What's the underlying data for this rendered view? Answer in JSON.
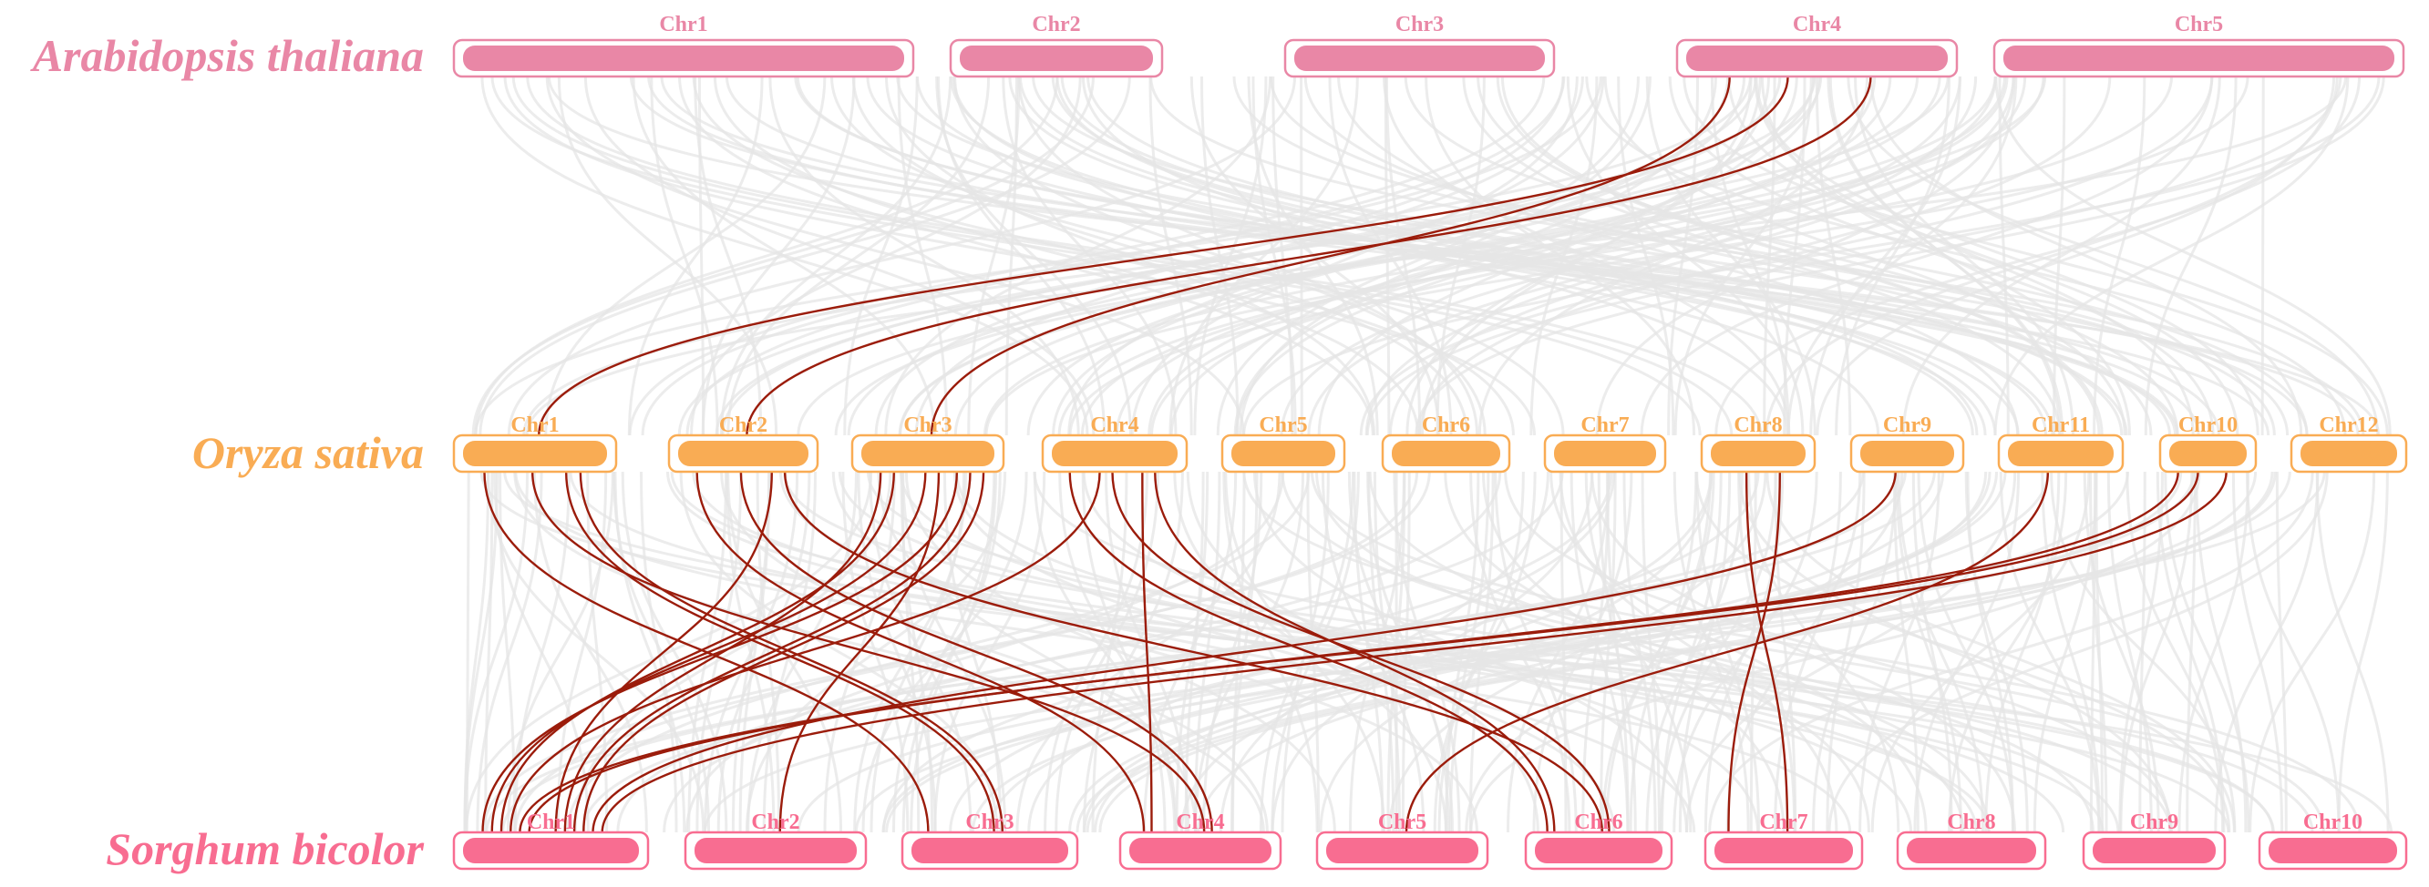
{
  "colors": {
    "arabidopsis": "#e987a6",
    "oryza": "#f9ac54",
    "sorghum": "#f86d91",
    "background_links": "#e6e6e6",
    "highlight_links": "#9b1c0b"
  },
  "tracks": [
    {
      "id": "arabidopsis",
      "species": "Arabidopsis thaliana",
      "chromosomes": [
        "Chr1",
        "Chr2",
        "Chr3",
        "Chr4",
        "Chr5"
      ]
    },
    {
      "id": "oryza",
      "species": "Oryza sativa",
      "chromosomes": [
        "Chr1",
        "Chr2",
        "Chr3",
        "Chr4",
        "Chr5",
        "Chr6",
        "Chr7",
        "Chr8",
        "Chr9",
        "Chr11",
        "Chr10",
        "Chr12"
      ]
    },
    {
      "id": "sorghum",
      "species": "Sorghum bicolor",
      "chromosomes": [
        "Chr1",
        "Chr2",
        "Chr3",
        "Chr4",
        "Chr5",
        "Chr6",
        "Chr7",
        "Chr8",
        "Chr9",
        "Chr10"
      ]
    }
  ],
  "highlighted_links": [
    {
      "from": [
        "arabidopsis",
        "Chr4"
      ],
      "to": [
        "oryza",
        "Chr1"
      ]
    },
    {
      "from": [
        "arabidopsis",
        "Chr4"
      ],
      "to": [
        "oryza",
        "Chr2"
      ]
    },
    {
      "from": [
        "arabidopsis",
        "Chr4"
      ],
      "to": [
        "oryza",
        "Chr3"
      ]
    },
    {
      "from": [
        "oryza",
        "Chr1"
      ],
      "to": [
        "sorghum",
        "Chr3"
      ]
    },
    {
      "from": [
        "oryza",
        "Chr1"
      ],
      "to": [
        "sorghum",
        "Chr3"
      ]
    },
    {
      "from": [
        "oryza",
        "Chr1"
      ],
      "to": [
        "sorghum",
        "Chr4"
      ]
    },
    {
      "from": [
        "oryza",
        "Chr1"
      ],
      "to": [
        "sorghum",
        "Chr3"
      ]
    },
    {
      "from": [
        "oryza",
        "Chr2"
      ],
      "to": [
        "sorghum",
        "Chr1"
      ]
    },
    {
      "from": [
        "oryza",
        "Chr2"
      ],
      "to": [
        "sorghum",
        "Chr4"
      ]
    },
    {
      "from": [
        "oryza",
        "Chr2"
      ],
      "to": [
        "sorghum",
        "Chr4"
      ]
    },
    {
      "from": [
        "oryza",
        "Chr2"
      ],
      "to": [
        "sorghum",
        "Chr6"
      ]
    },
    {
      "from": [
        "oryza",
        "Chr3"
      ],
      "to": [
        "sorghum",
        "Chr1"
      ]
    },
    {
      "from": [
        "oryza",
        "Chr3"
      ],
      "to": [
        "sorghum",
        "Chr1"
      ]
    },
    {
      "from": [
        "oryza",
        "Chr3"
      ],
      "to": [
        "sorghum",
        "Chr1"
      ]
    },
    {
      "from": [
        "oryza",
        "Chr3"
      ],
      "to": [
        "sorghum",
        "Chr1"
      ]
    },
    {
      "from": [
        "oryza",
        "Chr3"
      ],
      "to": [
        "sorghum",
        "Chr1"
      ]
    },
    {
      "from": [
        "oryza",
        "Chr3"
      ],
      "to": [
        "sorghum",
        "Chr2"
      ]
    },
    {
      "from": [
        "oryza",
        "Chr3"
      ],
      "to": [
        "sorghum",
        "Chr1"
      ]
    },
    {
      "from": [
        "oryza",
        "Chr4"
      ],
      "to": [
        "sorghum",
        "Chr1"
      ]
    },
    {
      "from": [
        "oryza",
        "Chr4"
      ],
      "to": [
        "sorghum",
        "Chr4"
      ]
    },
    {
      "from": [
        "oryza",
        "Chr4"
      ],
      "to": [
        "sorghum",
        "Chr6"
      ]
    },
    {
      "from": [
        "oryza",
        "Chr4"
      ],
      "to": [
        "sorghum",
        "Chr6"
      ]
    },
    {
      "from": [
        "oryza",
        "Chr4"
      ],
      "to": [
        "sorghum",
        "Chr6"
      ]
    },
    {
      "from": [
        "oryza",
        "Chr8"
      ],
      "to": [
        "sorghum",
        "Chr7"
      ]
    },
    {
      "from": [
        "oryza",
        "Chr8"
      ],
      "to": [
        "sorghum",
        "Chr7"
      ]
    },
    {
      "from": [
        "oryza",
        "Chr9"
      ],
      "to": [
        "sorghum",
        "Chr1"
      ]
    },
    {
      "from": [
        "oryza",
        "Chr11"
      ],
      "to": [
        "sorghum",
        "Chr5"
      ]
    },
    {
      "from": [
        "oryza",
        "Chr10"
      ],
      "to": [
        "sorghum",
        "Chr1"
      ]
    },
    {
      "from": [
        "oryza",
        "Chr10"
      ],
      "to": [
        "sorghum",
        "Chr1"
      ]
    },
    {
      "from": [
        "oryza",
        "Chr10"
      ],
      "to": [
        "sorghum",
        "Chr1"
      ]
    }
  ]
}
